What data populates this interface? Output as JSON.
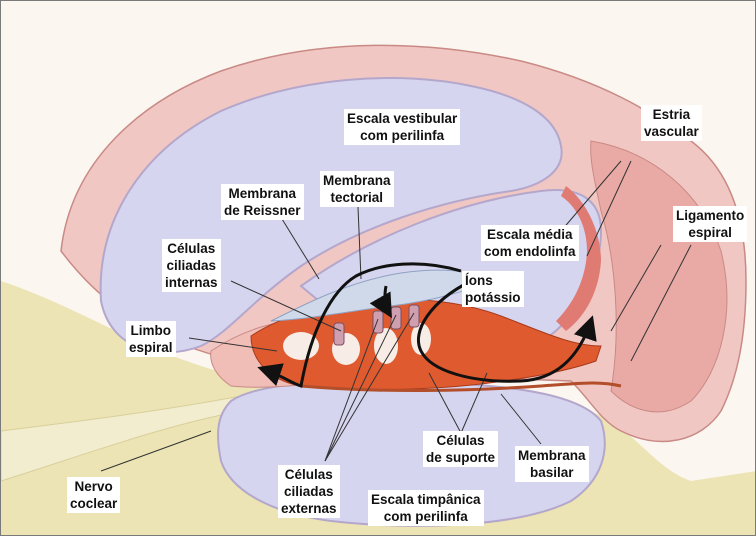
{
  "labels": {
    "escala_vestibular": {
      "line1": "Escala vestibular",
      "line2": "com perilinfa"
    },
    "estria_vascular": {
      "line1": "Estria",
      "line2": "vascular"
    },
    "membrana_reissner": {
      "line1": "Membrana",
      "line2": "de Reissner"
    },
    "membrana_tectorial": {
      "line1": "Membrana",
      "line2": "tectorial"
    },
    "ligamento_espiral": {
      "line1": "Ligamento",
      "line2": "espiral"
    },
    "escala_media": {
      "line1": "Escala média",
      "line2": "com endolinfa"
    },
    "celulas_ciliadas_internas": {
      "line1": "Células",
      "line2": "ciliadas",
      "line3": "internas"
    },
    "ions_potassio": {
      "line1": "Íons",
      "line2": "potássio"
    },
    "limbo_espiral": {
      "line1": "Limbo",
      "line2": "espiral"
    },
    "celulas_suporte": {
      "line1": "Células",
      "line2": "de suporte"
    },
    "membrana_basilar": {
      "line1": "Membrana",
      "line2": "basilar"
    },
    "nervo_coclear": {
      "line1": "Nervo",
      "line2": "coclear"
    },
    "celulas_ciliadas_externas": {
      "line1": "Células",
      "line2": "ciliadas",
      "line3": "externas"
    },
    "escala_timpanica": {
      "line1": "Escala timpânica",
      "line2": "com perilinfa"
    }
  },
  "colors": {
    "fluid": "#d6d5ef",
    "membrane_wall": "#f1c7c3",
    "tissue": "#e59a95",
    "organ_of_corti": "#df5a2e",
    "bone": "#ece4b4",
    "tectorial": "#cfd9ea",
    "arrow": "#111111"
  }
}
